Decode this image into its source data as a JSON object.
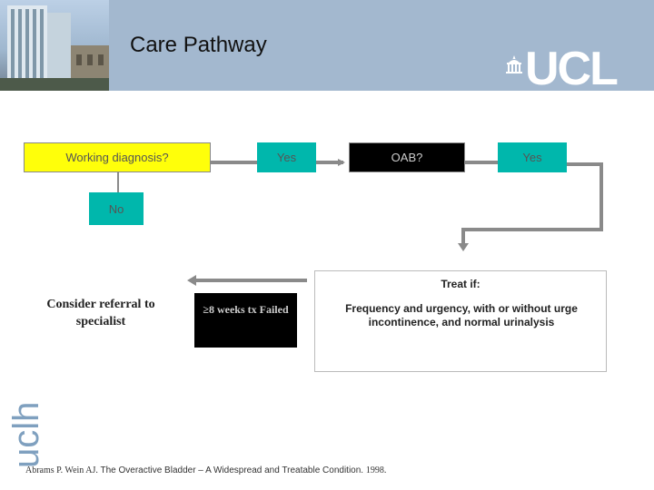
{
  "header": {
    "title": "Care Pathway",
    "logo_text": "UCL",
    "band_color": "#a3b8cf"
  },
  "flow": {
    "working_diagnosis": "Working diagnosis?",
    "yes_1": "Yes",
    "oab": "OAB?",
    "yes_2": "Yes",
    "no": "No",
    "treat_label": "Treat if:",
    "treat_body": "Frequency and urgency, with or without urge incontinence, and normal urinalysis",
    "failed": "≥8 weeks tx Failed",
    "refer": "Consider referral to specialist"
  },
  "footer": {
    "vertical_logo": "uclh",
    "citation_authors": "Abrams P. Wein AJ.",
    "citation_title": "The Overactive Bladder – A Widespread and Treatable Condition.",
    "citation_year": "1998."
  },
  "colors": {
    "yellow": "#ffff0a",
    "teal": "#00b7ac",
    "black": "#000000",
    "arrow_grey": "#8a8a8a"
  }
}
